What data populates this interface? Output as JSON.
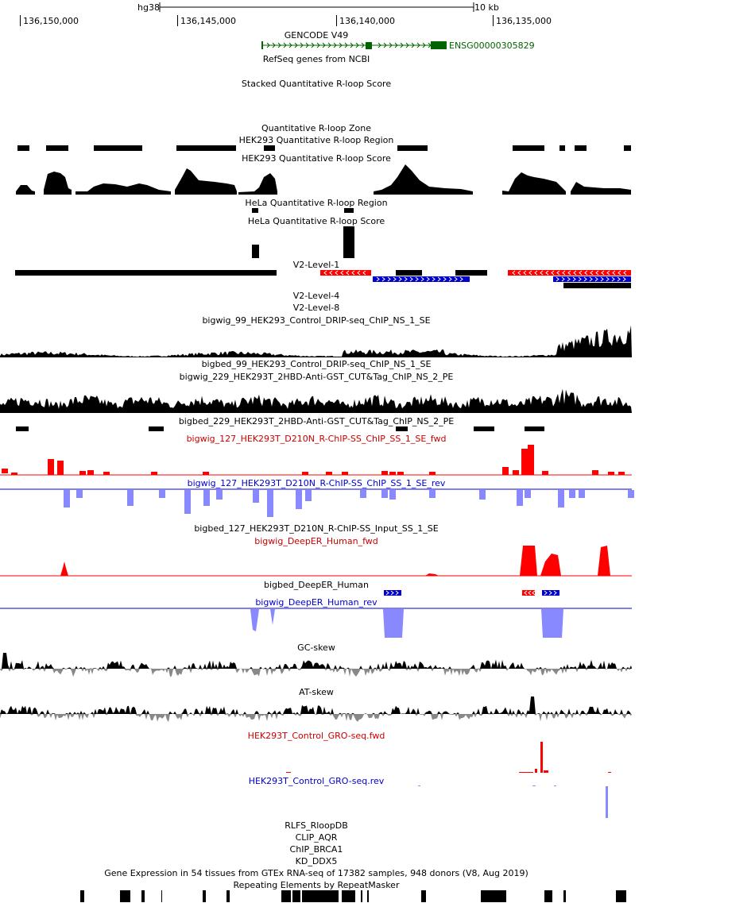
{
  "assembly": "hg38",
  "scalebar_label": "10 kb",
  "coordinates": [
    "136,150,000",
    "136,145,000",
    "136,140,000",
    "136,135,000"
  ],
  "gene": {
    "track": "GENCODE V49",
    "name": "ENSG00000305829"
  },
  "tracks": [
    "RefSeq genes from NCBI",
    "Stacked Quantitative R-loop Score",
    "Quantitative R-loop Zone",
    "HEK293 Quantitative R-loop Region",
    "HEK293 Quantitative R-loop Score",
    "HeLa Quantitative R-loop Region",
    "HeLa Quantitative R-loop Score",
    "V2-Level-1",
    "V2-Level-4",
    "V2-Level-8",
    "bigwig_99_HEK293_Control_DRIP-seq_ChIP_NS_1_SE",
    "bigbed_99_HEK293_Control_DRIP-seq_ChIP_NS_1_SE",
    "bigwig_229_HEK293T_2HBD-Anti-GST_CUT&Tag_ChIP_NS_2_PE",
    "bigbed_229_HEK293T_2HBD-Anti-GST_CUT&Tag_ChIP_NS_2_PE",
    "bigwig_127_HEK293T_D210N_R-ChIP-SS_ChIP_SS_1_SE_fwd",
    "bigwig_127_HEK293T_D210N_R-ChIP-SS_ChIP_SS_1_SE_rev",
    "bigbed_127_HEK293T_D210N_R-ChIP-SS_Input_SS_1_SE",
    "bigwig_DeepER_Human_fwd",
    "bigbed_DeepER_Human",
    "bigwig_DeepER_Human_rev",
    "GC-skew",
    "AT-skew",
    "HEK293T_Control_GRO-seq.fwd",
    "HEK293T_Control_GRO-seq.rev",
    "RLFS_RloopDB",
    "CLIP_AQR",
    "ChIP_BRCA1",
    "KD_DDX5",
    "Gene Expression in 54 tissues from GTEx RNA-seq of 17382 samples, 948 donors (V8, Aug 2019)",
    "Repeating Elements by RepeatMasker"
  ],
  "colors": {
    "gene": "#006400",
    "fwd": "#ff0000",
    "rev_line": "#0000cc",
    "rev_fill": "#8888ff",
    "strand_plus": "#0000cc",
    "strand_minus": "#ff0000",
    "skew_neg": "#888888"
  }
}
